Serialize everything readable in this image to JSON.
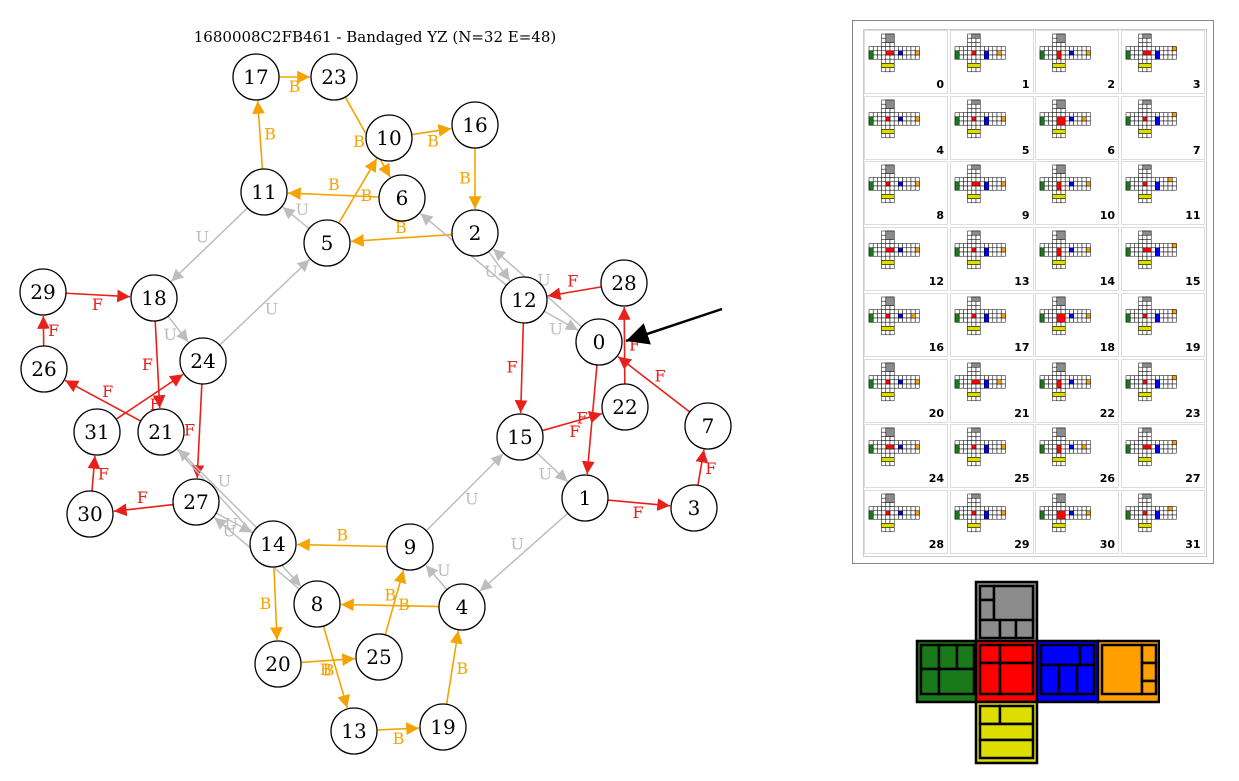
{
  "title": "1680008C2FB461 - Bandaged YZ (N=32 E=48)",
  "colors": {
    "F": "#e8201a",
    "B": "#f5a300",
    "U": "#bdbdbd"
  },
  "nodes": [
    {
      "id": "0"
    },
    {
      "id": "1"
    },
    {
      "id": "2"
    },
    {
      "id": "3"
    },
    {
      "id": "4"
    },
    {
      "id": "5"
    },
    {
      "id": "6"
    },
    {
      "id": "7"
    },
    {
      "id": "8"
    },
    {
      "id": "9"
    },
    {
      "id": "10"
    },
    {
      "id": "11"
    },
    {
      "id": "12"
    },
    {
      "id": "13"
    },
    {
      "id": "14"
    },
    {
      "id": "15"
    },
    {
      "id": "16"
    },
    {
      "id": "17"
    },
    {
      "id": "18"
    },
    {
      "id": "19"
    },
    {
      "id": "20"
    },
    {
      "id": "21"
    },
    {
      "id": "22"
    },
    {
      "id": "23"
    },
    {
      "id": "24"
    },
    {
      "id": "25"
    },
    {
      "id": "26"
    },
    {
      "id": "27"
    },
    {
      "id": "28"
    },
    {
      "id": "29"
    },
    {
      "id": "30"
    },
    {
      "id": "31"
    }
  ],
  "edges": [
    {
      "from": "17",
      "to": "23",
      "label": "B",
      "type": "B"
    },
    {
      "from": "23",
      "to": "6",
      "label": "B",
      "type": "B"
    },
    {
      "from": "11",
      "to": "17",
      "label": "B",
      "type": "B"
    },
    {
      "from": "10",
      "to": "16",
      "label": "B",
      "type": "B"
    },
    {
      "from": "16",
      "to": "2",
      "label": "B",
      "type": "B"
    },
    {
      "from": "6",
      "to": "11",
      "label": "B",
      "type": "B"
    },
    {
      "from": "5",
      "to": "10",
      "label": "B",
      "type": "B"
    },
    {
      "from": "2",
      "to": "5",
      "label": "B",
      "type": "B"
    },
    {
      "from": "9",
      "to": "14",
      "label": "B",
      "type": "B"
    },
    {
      "from": "4",
      "to": "8",
      "label": "B",
      "type": "B"
    },
    {
      "from": "14",
      "to": "20",
      "label": "B",
      "type": "B"
    },
    {
      "from": "20",
      "to": "25",
      "label": "B",
      "type": "B"
    },
    {
      "from": "25",
      "to": "9",
      "label": "B",
      "type": "B"
    },
    {
      "from": "8",
      "to": "13",
      "label": "B",
      "type": "B"
    },
    {
      "from": "13",
      "to": "19",
      "label": "B",
      "type": "B"
    },
    {
      "from": "19",
      "to": "4",
      "label": "B",
      "type": "B"
    },
    {
      "from": "29",
      "to": "18",
      "label": "F",
      "type": "F"
    },
    {
      "from": "26",
      "to": "29",
      "label": "F",
      "type": "F"
    },
    {
      "from": "21",
      "to": "26",
      "label": "F",
      "type": "F"
    },
    {
      "from": "18",
      "to": "21",
      "label": "F",
      "type": "F"
    },
    {
      "from": "31",
      "to": "24",
      "label": "F",
      "type": "F"
    },
    {
      "from": "24",
      "to": "27",
      "label": "F",
      "type": "F"
    },
    {
      "from": "27",
      "to": "30",
      "label": "F",
      "type": "F"
    },
    {
      "from": "30",
      "to": "31",
      "label": "F",
      "type": "F"
    },
    {
      "from": "28",
      "to": "12",
      "label": "F",
      "type": "F"
    },
    {
      "from": "12",
      "to": "15",
      "label": "F",
      "type": "F"
    },
    {
      "from": "15",
      "to": "22",
      "label": "F",
      "type": "F"
    },
    {
      "from": "22",
      "to": "28",
      "label": "F",
      "type": "F"
    },
    {
      "from": "0",
      "to": "1",
      "label": "F",
      "type": "F"
    },
    {
      "from": "1",
      "to": "3",
      "label": "F",
      "type": "F"
    },
    {
      "from": "3",
      "to": "7",
      "label": "F",
      "type": "F"
    },
    {
      "from": "7",
      "to": "0",
      "label": "F",
      "type": "F"
    },
    {
      "from": "11",
      "to": "18",
      "label": "U",
      "type": "U"
    },
    {
      "from": "5",
      "to": "11",
      "label": "U",
      "type": "U"
    },
    {
      "from": "24",
      "to": "5",
      "label": "U",
      "type": "U"
    },
    {
      "from": "18",
      "to": "24",
      "label": "U",
      "type": "U"
    },
    {
      "from": "2",
      "to": "12",
      "label": "U",
      "type": "U"
    },
    {
      "from": "12",
      "to": "0",
      "label": "U",
      "type": "U"
    },
    {
      "from": "0",
      "to": "2",
      "label": "U",
      "type": "U"
    },
    {
      "from": "12",
      "to": "6",
      "label": "U",
      "type": "U"
    },
    {
      "from": "27",
      "to": "14",
      "label": "U",
      "type": "U"
    },
    {
      "from": "14",
      "to": "21",
      "label": "U",
      "type": "U"
    },
    {
      "from": "21",
      "to": "8",
      "label": "U",
      "type": "U"
    },
    {
      "from": "8",
      "to": "27",
      "label": "U",
      "type": "U"
    },
    {
      "from": "9",
      "to": "15",
      "label": "U",
      "type": "U"
    },
    {
      "from": "15",
      "to": "1",
      "label": "U",
      "type": "U"
    },
    {
      "from": "1",
      "to": "4",
      "label": "U",
      "type": "U"
    },
    {
      "from": "4",
      "to": "9",
      "label": "U",
      "type": "U"
    }
  ],
  "state_grid": {
    "labels": [
      "0",
      "1",
      "2",
      "3",
      "4",
      "5",
      "6",
      "7",
      "8",
      "9",
      "10",
      "11",
      "12",
      "13",
      "14",
      "15",
      "16",
      "17",
      "18",
      "19",
      "20",
      "21",
      "22",
      "23",
      "24",
      "25",
      "26",
      "27",
      "28",
      "29",
      "30",
      "31"
    ]
  },
  "cube_colors": {
    "up": "#8c8c8c",
    "left": "#1a7a1a",
    "front": "#ff0000",
    "right": "#0000ff",
    "back": "#ff9f00",
    "down": "#dddd00"
  }
}
